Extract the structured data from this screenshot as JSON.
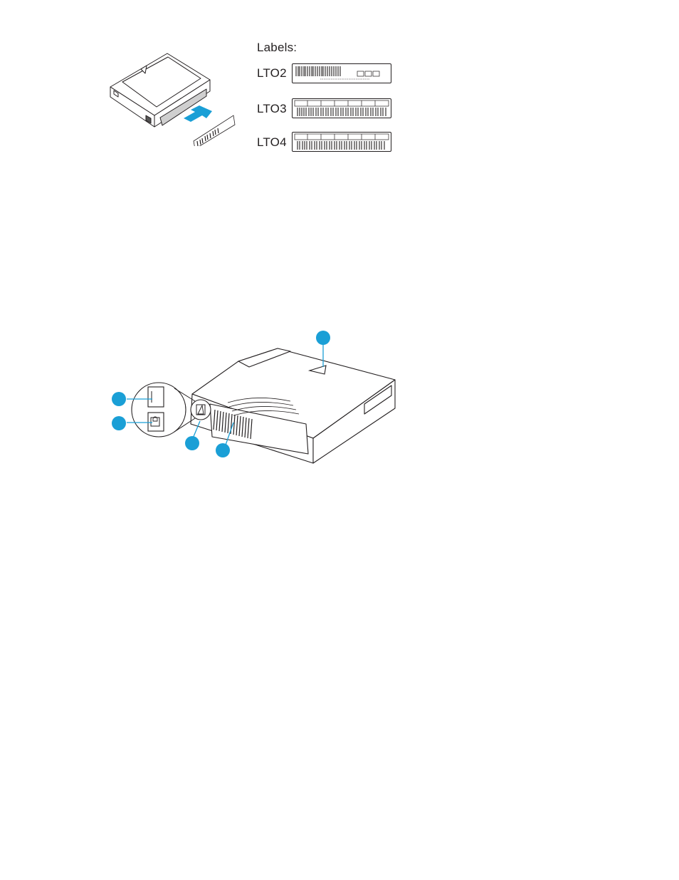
{
  "figure_labels": {
    "title": "Labels:",
    "items": [
      {
        "name": "LTO2"
      },
      {
        "name": "LTO3"
      },
      {
        "name": "LTO4"
      }
    ]
  },
  "colors": {
    "callout": "#1a9fd6",
    "line": "#231f20",
    "background": "#ffffff"
  },
  "icons": [
    "tape-cartridge-icon",
    "insert-arrow-icon",
    "write-protect-icon",
    "barcode-label-icon"
  ]
}
